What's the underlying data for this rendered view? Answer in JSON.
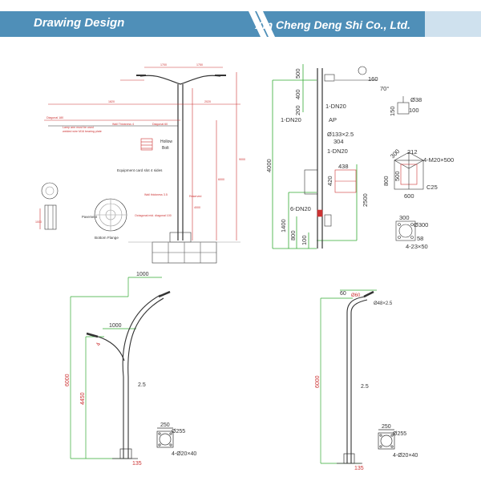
{
  "header": {
    "left_title": "Drawing Design",
    "right_title": "Xin Cheng Deng Shi Co., Ltd.",
    "bg_color": "#4f8fb8",
    "accent_color": "#cfe1ee"
  },
  "drawing_tl": {
    "labels": {
      "diagonal_left": "Diagonal 180",
      "lamp_arm_note_1": "Lamp arm must be used",
      "lamp_arm_note_2": "welded wire M16 bearing plate",
      "wall_thickness": "Wall Thickness 4",
      "diagonal_mid": "Diagonal 60",
      "hollow_bolt_1": "Hollow",
      "hollow_bolt_2": "Bolt",
      "equipment": "Equipment card slot 4 sides",
      "wall_thickness_bottom": "Wall thickness 3.5",
      "reserved_hole": "Reserved",
      "pavement": "Pavement",
      "bottom_flange": "Bottom Flange",
      "octagonal_mid": "Octagonal mid. diagonal 100",
      "dim_1700": "1700",
      "dim_1750": "1750",
      "dim_1820": "1820",
      "dim_2020": "2020",
      "dim_9000": "9000",
      "dim_6000": "6000",
      "dim_4000": "4000",
      "dim_1000": "1000"
    }
  },
  "drawing_tr": {
    "labels": {
      "dim_500": "500",
      "dim_400": "400",
      "dim_200": "200",
      "dn20_1": "1-DN20",
      "dn20_2": "1-DN20",
      "ap": "AP",
      "dia133": "Ø133×2.5",
      "dim_304": "304",
      "dn20_3": "1-DN20",
      "dim_4000": "4000",
      "dim_438": "438",
      "dim_420": "420",
      "dim_2500": "2500",
      "dn20_6": "6-DN20",
      "dim_1400": "1400",
      "dim_800": "800",
      "dim_100": "100",
      "dim_160": "160",
      "angle_70": "70°",
      "dim_38": "Ø38",
      "dim_150": "150",
      "dim_100b": "100",
      "dim_300": "300",
      "dim_212": "212",
      "m20": "4-M20×500",
      "c25": "C25",
      "dim_500b": "500",
      "dim_800b": "800",
      "dim_600": "600",
      "dim_300b": "300",
      "dia300": "Ø300",
      "dim_58": "58",
      "holes": "4-23×50"
    }
  },
  "drawing_bl": {
    "labels": {
      "dim_1000_top": "1000",
      "dim_1000_mid": "1000",
      "dim_4": "4",
      "thk": "2.5",
      "dim_6000": "6000",
      "dim_4450": "4450",
      "dim_250": "250",
      "dia255": "Ø255",
      "holes": "4-Ø20×40",
      "dim_135": "135"
    }
  },
  "drawing_br": {
    "labels": {
      "dim_60": "60",
      "dia48": "Ø48×2.5",
      "dim_600": "Ø60",
      "thk": "2.5",
      "dim_6000": "6000",
      "dim_250": "250",
      "dia255": "Ø255",
      "holes": "4-Ø20×40",
      "dim_135": "135"
    }
  }
}
